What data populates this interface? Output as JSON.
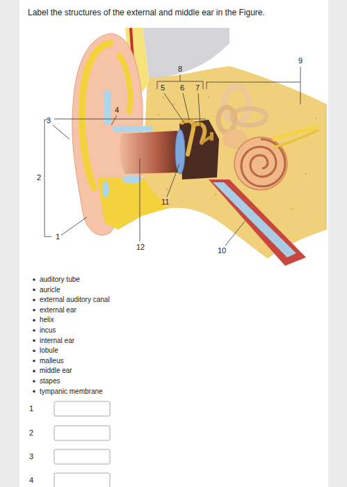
{
  "diagram": {
    "title": "Label the structures of the external and middle ear in the Figure.",
    "labels": [
      "1",
      "2",
      "3",
      "4",
      "5",
      "6",
      "7",
      "8",
      "9",
      "10",
      "11",
      "12",
      "auditory tube",
      "auricle",
      "external auditory canal",
      "external ear",
      "helix",
      "incus",
      "internal ear",
      "lobule",
      "malleus",
      "middle ear",
      "stapes",
      "tympanic membrane",
      "1",
      "2",
      "3",
      "4"
    ]
  }
}
